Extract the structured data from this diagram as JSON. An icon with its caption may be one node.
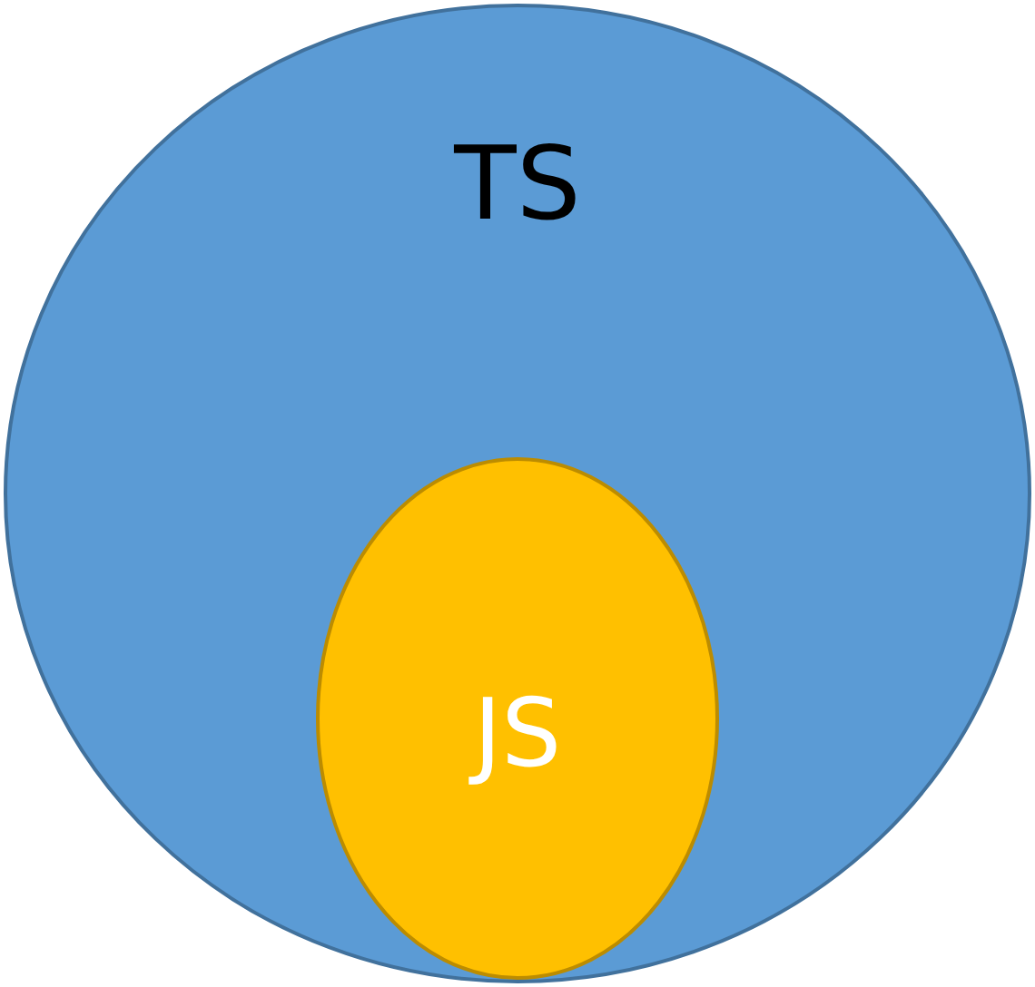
{
  "diagram": {
    "nodes": [
      {
        "text": [
          "TS"
        ]
      },
      {
        "text": [
          "JS"
        ],
        "in": 0
      }
    ]
  }
}
